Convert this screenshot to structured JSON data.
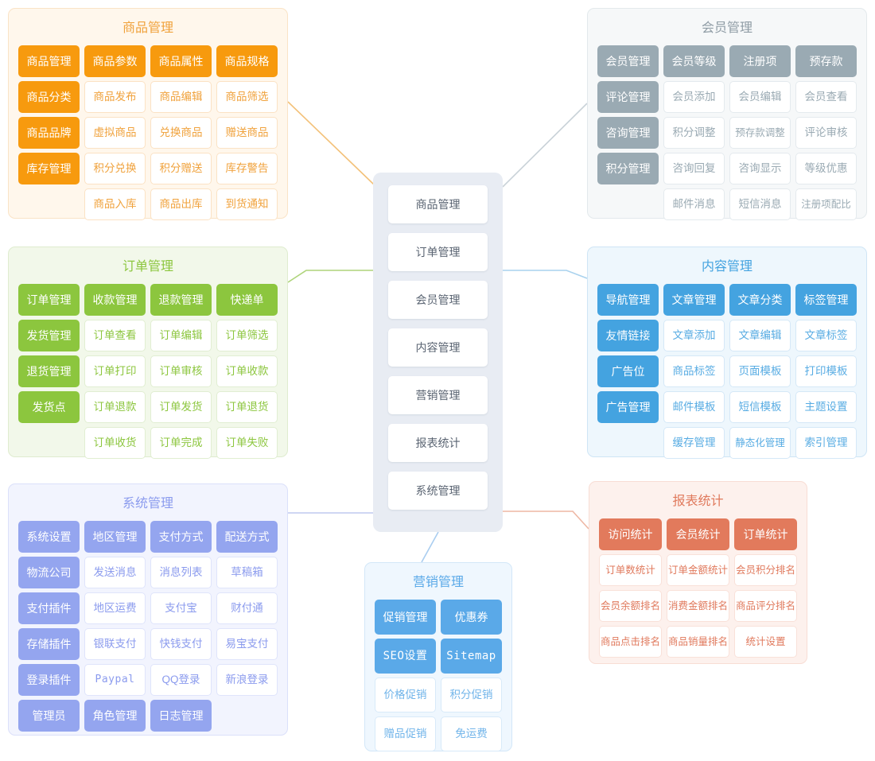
{
  "hub": {
    "name": "central-hub",
    "items": [
      "商品管理",
      "订单管理",
      "会员管理",
      "内容管理",
      "营销管理",
      "报表统计",
      "系统管理"
    ]
  },
  "panels": {
    "product": {
      "title": "商品管理",
      "accent": "#f79a0e",
      "left_column": [
        "商品管理",
        "商品分类",
        "商品品牌",
        "库存管理"
      ],
      "header_row": [
        "商品参数",
        "商品属性",
        "商品规格"
      ],
      "rows": [
        [
          "商品发布",
          "商品编辑",
          "商品筛选"
        ],
        [
          "虚拟商品",
          "兑换商品",
          "赠送商品"
        ],
        [
          "积分兑换",
          "积分赠送",
          "库存警告"
        ],
        [
          "商品入库",
          "商品出库",
          "到货通知"
        ]
      ]
    },
    "member": {
      "title": "会员管理",
      "accent": "#9aaab3",
      "left_column": [
        "会员管理",
        "评论管理",
        "咨询管理",
        "积分管理"
      ],
      "header_row": [
        "会员等级",
        "注册项",
        "预存款"
      ],
      "rows": [
        [
          "会员添加",
          "会员编辑",
          "会员查看"
        ],
        [
          "积分调整",
          "预存款调整",
          "评论审核"
        ],
        [
          "咨询回复",
          "咨询显示",
          "等级优惠"
        ],
        [
          "邮件消息",
          "短信消息",
          "注册项配比"
        ]
      ]
    },
    "order": {
      "title": "订单管理",
      "accent": "#8cc63e",
      "left_column": [
        "订单管理",
        "发货管理",
        "退货管理",
        "发货点"
      ],
      "header_row": [
        "收款管理",
        "退款管理",
        "快递单"
      ],
      "rows": [
        [
          "订单查看",
          "订单编辑",
          "订单筛选"
        ],
        [
          "订单打印",
          "订单审核",
          "订单收款"
        ],
        [
          "订单退款",
          "订单发货",
          "订单退货"
        ],
        [
          "订单收货",
          "订单完成",
          "订单失败"
        ]
      ]
    },
    "content": {
      "title": "内容管理",
      "accent": "#44a3e0",
      "left_column": [
        "导航管理",
        "友情链接",
        "广告位",
        "广告管理"
      ],
      "header_row": [
        "文章管理",
        "文章分类",
        "标签管理"
      ],
      "rows": [
        [
          "文章添加",
          "文章编辑",
          "文章标签"
        ],
        [
          "商品标签",
          "页面模板",
          "打印模板"
        ],
        [
          "邮件模板",
          "短信模板",
          "主题设置"
        ],
        [
          "缓存管理",
          "静态化管理",
          "索引管理"
        ]
      ]
    },
    "system": {
      "title": "系统管理",
      "accent": "#94a5ef",
      "left_column": [
        "系统设置",
        "物流公司",
        "支付插件",
        "存储插件",
        "登录插件"
      ],
      "header_row": [
        "地区管理",
        "支付方式",
        "配送方式"
      ],
      "rows": [
        [
          "发送消息",
          "消息列表",
          "草稿箱"
        ],
        [
          "地区运费",
          "支付宝",
          "财付通"
        ],
        [
          "银联支付",
          "快钱支付",
          "易宝支付"
        ],
        [
          "Paypal",
          "QQ登录",
          "新浪登录"
        ]
      ],
      "footer_row": [
        "管理员",
        "角色管理",
        "日志管理"
      ]
    },
    "report": {
      "title": "报表统计",
      "accent": "#e27a5c",
      "header_row": [
        "访问统计",
        "会员统计",
        "订单统计"
      ],
      "rows": [
        [
          "订单数统计",
          "订单金额统计",
          "会员积分排名"
        ],
        [
          "会员余额排名",
          "消费金额排名",
          "商品评分排名"
        ],
        [
          "商品点击排名",
          "商品销量排名",
          "统计设置"
        ]
      ]
    },
    "marketing": {
      "title": "营销管理",
      "accent": "#5aa9e8",
      "header_rows": [
        [
          "促销管理",
          "优惠券"
        ],
        [
          "SEO设置",
          "Sitemap"
        ]
      ],
      "rows": [
        [
          "价格促销",
          "积分促销"
        ],
        [
          "赠品促销",
          "免运费"
        ]
      ]
    }
  },
  "connectors": {
    "product_color": "#f3c179",
    "member_color": "#c9d2d8",
    "order_color": "#aed47a",
    "content_color": "#a9d2ee",
    "system_color": "#bfc9ef",
    "report_color": "#eeb7a4",
    "marketing_color": "#a9cdf0"
  }
}
